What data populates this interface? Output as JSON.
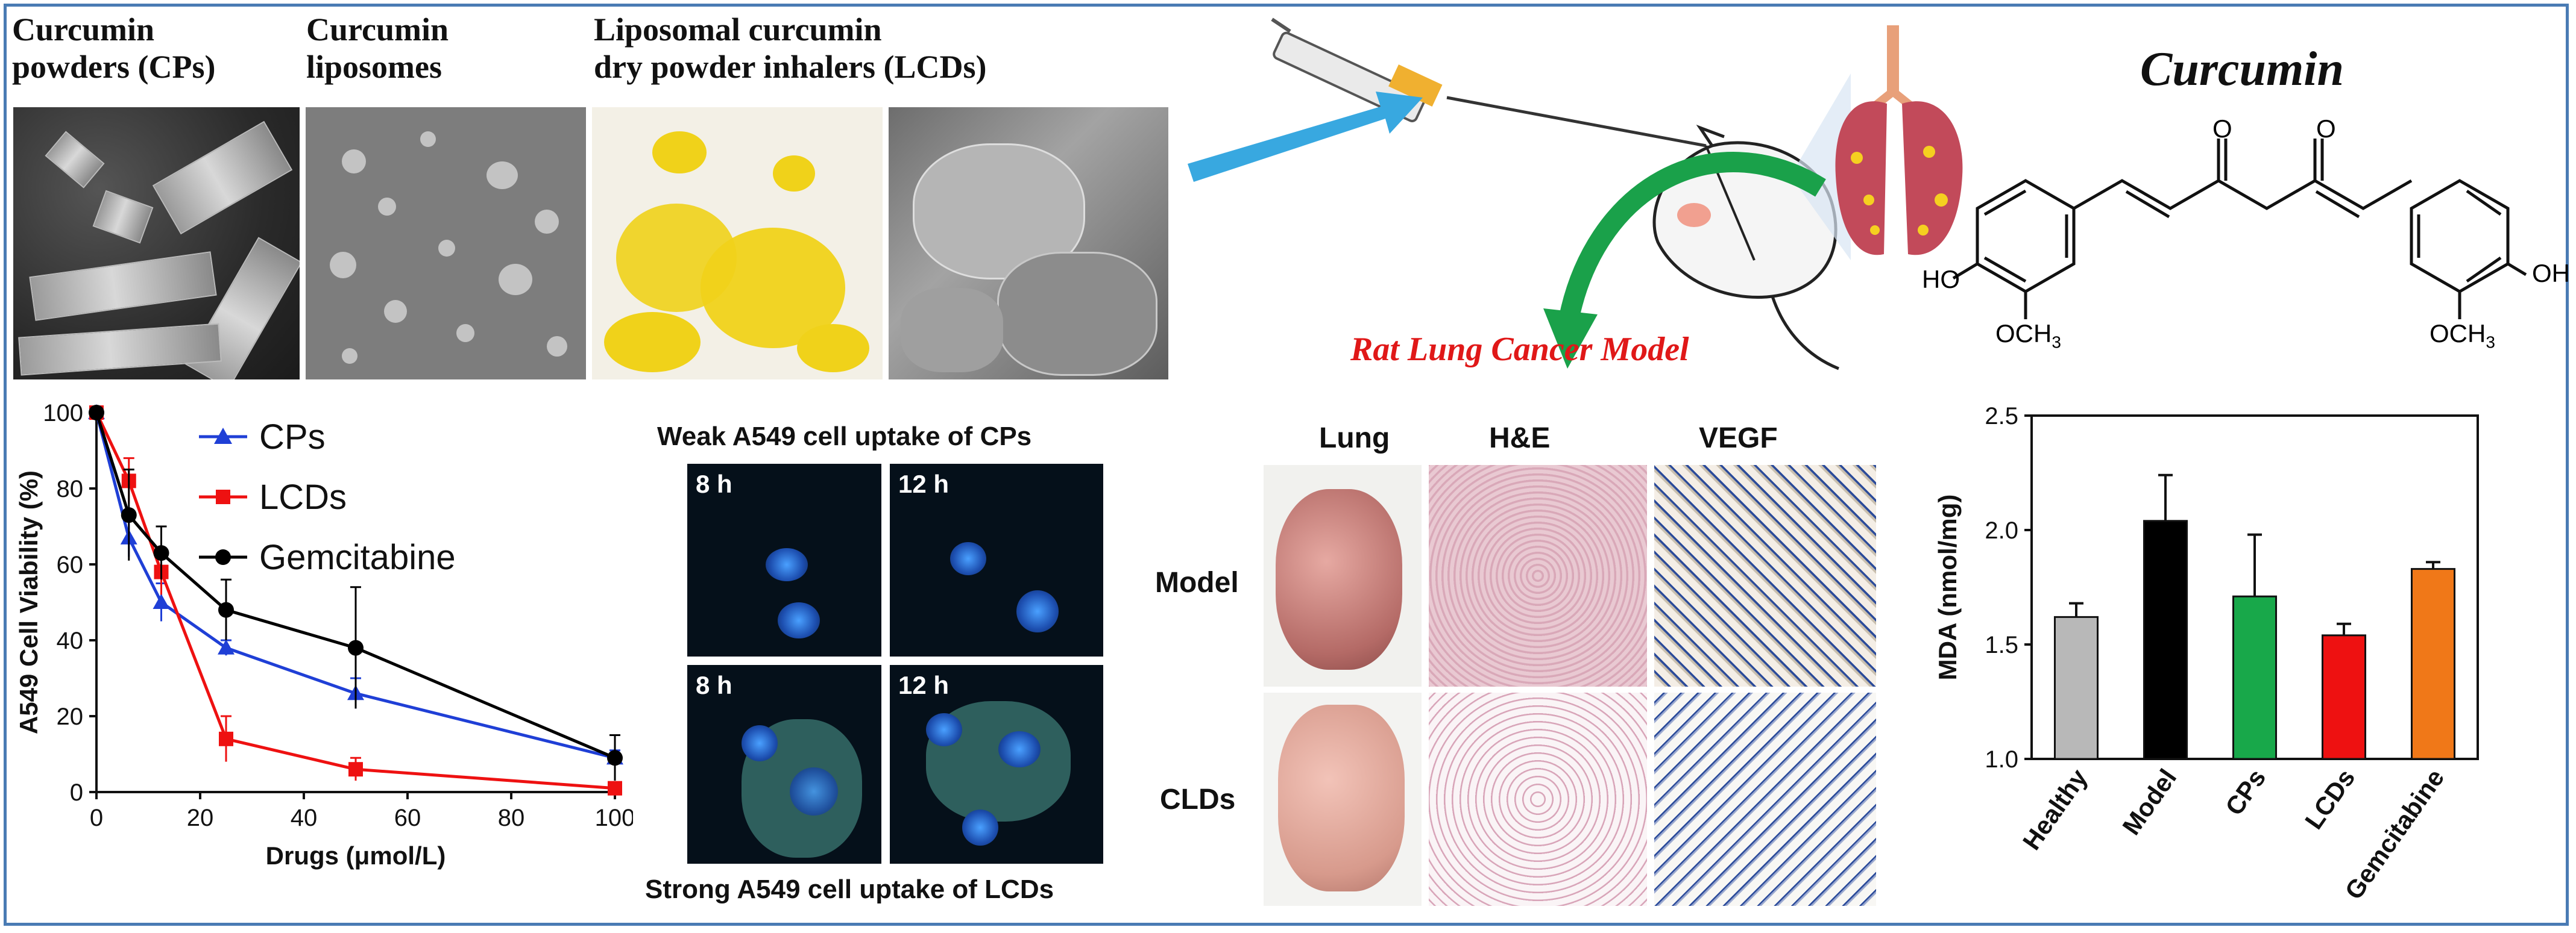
{
  "top_panel": {
    "cps_label": "Curcumin\npowders (CPs)",
    "liposomes_label": "Curcumin\nliposomes",
    "lcds_label": "Liposomal curcumin\ndry powder inhalers (LCDs)"
  },
  "animal_panel": {
    "model_label": "Rat Lung Cancer Model"
  },
  "structure": {
    "title": "Curcumin",
    "o1": "O",
    "o2": "O",
    "ho": "HO",
    "oh": "OH",
    "och3_left": "OCH",
    "och3_left_sub": "3",
    "och3_right": "OCH",
    "och3_right_sub": "3"
  },
  "uptake_panel": {
    "top_caption": "Weak A549 cell uptake of CPs",
    "bottom_caption": "Strong A549 cell uptake of LCDs",
    "cells": [
      {
        "label": "8 h"
      },
      {
        "label": "12 h"
      },
      {
        "label": "8 h"
      },
      {
        "label": "12 h"
      }
    ]
  },
  "histology_panel": {
    "col_lung": "Lung",
    "col_he": "H&E",
    "col_vegf": "VEGF",
    "row_model": "Model",
    "row_clds": "CLDs"
  },
  "colors": {
    "cps": "#1f3fd6",
    "lcds": "#ee1111",
    "gemcitabine": "#000000",
    "frame": "#4a7bb4",
    "bar_healthy": "#b8b8b8",
    "bar_model": "#000000",
    "bar_cps": "#18a84a",
    "bar_lcds": "#ee1111",
    "bar_gemcitabine": "#f07818"
  },
  "chart_data": [
    {
      "type": "line",
      "title": "",
      "xlabel": "Drugs (μmol/L)",
      "ylabel": "A549 Cell Viability  (%)",
      "xlim": [
        0,
        100
      ],
      "ylim": [
        0,
        100
      ],
      "xticks": [
        0,
        20,
        40,
        60,
        80,
        100
      ],
      "yticks": [
        0,
        20,
        40,
        60,
        80,
        100
      ],
      "legend_position": "top-right",
      "series": [
        {
          "name": "CPs",
          "x": [
            0,
            6.25,
            12.5,
            25,
            50,
            100
          ],
          "y": [
            100,
            67,
            50,
            38,
            26,
            9
          ],
          "err": [
            0,
            5,
            5,
            2,
            4,
            2
          ]
        },
        {
          "name": "LCDs",
          "x": [
            0,
            6.25,
            12.5,
            25,
            50,
            100
          ],
          "y": [
            100,
            82,
            58,
            14,
            6,
            1
          ],
          "err": [
            0,
            6,
            6,
            6,
            3,
            1
          ]
        },
        {
          "name": "Gemcitabine",
          "x": [
            0,
            6.25,
            12.5,
            25,
            50,
            100
          ],
          "y": [
            100,
            73,
            63,
            48,
            38,
            9
          ],
          "err": [
            0,
            12,
            7,
            8,
            16,
            6
          ]
        }
      ]
    },
    {
      "type": "bar",
      "title": "",
      "xlabel": "",
      "ylabel": "MDA (nmol/mg)",
      "ylim": [
        1.0,
        2.5
      ],
      "yticks": [
        "1.0",
        "1.5",
        "2.0",
        "2.5"
      ],
      "categories": [
        "Healthy",
        "Model",
        "CPs",
        "LCDs",
        "Gemcitabine"
      ],
      "values": [
        1.62,
        2.04,
        1.71,
        1.54,
        1.83
      ],
      "errors": [
        0.06,
        0.2,
        0.27,
        0.05,
        0.03
      ]
    }
  ]
}
